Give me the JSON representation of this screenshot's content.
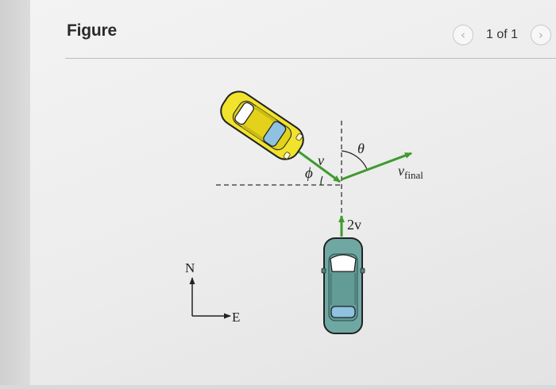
{
  "header": {
    "title": "Figure",
    "pager_text": "1 of 1",
    "prev_icon": "chevron-left-icon",
    "next_icon": "chevron-right-icon"
  },
  "figure": {
    "labels": {
      "v": "v",
      "phi": "ϕ",
      "theta": "θ",
      "v_final_main": "v",
      "v_final_sub": "final",
      "two_v": "2v",
      "north": "N",
      "east": "E"
    },
    "colors": {
      "arrow_green": "#3f9a2e",
      "yellow_car": "#f1e32b",
      "teal_car": "#6fa8a3",
      "window_blue": "#8fc1e0"
    }
  }
}
